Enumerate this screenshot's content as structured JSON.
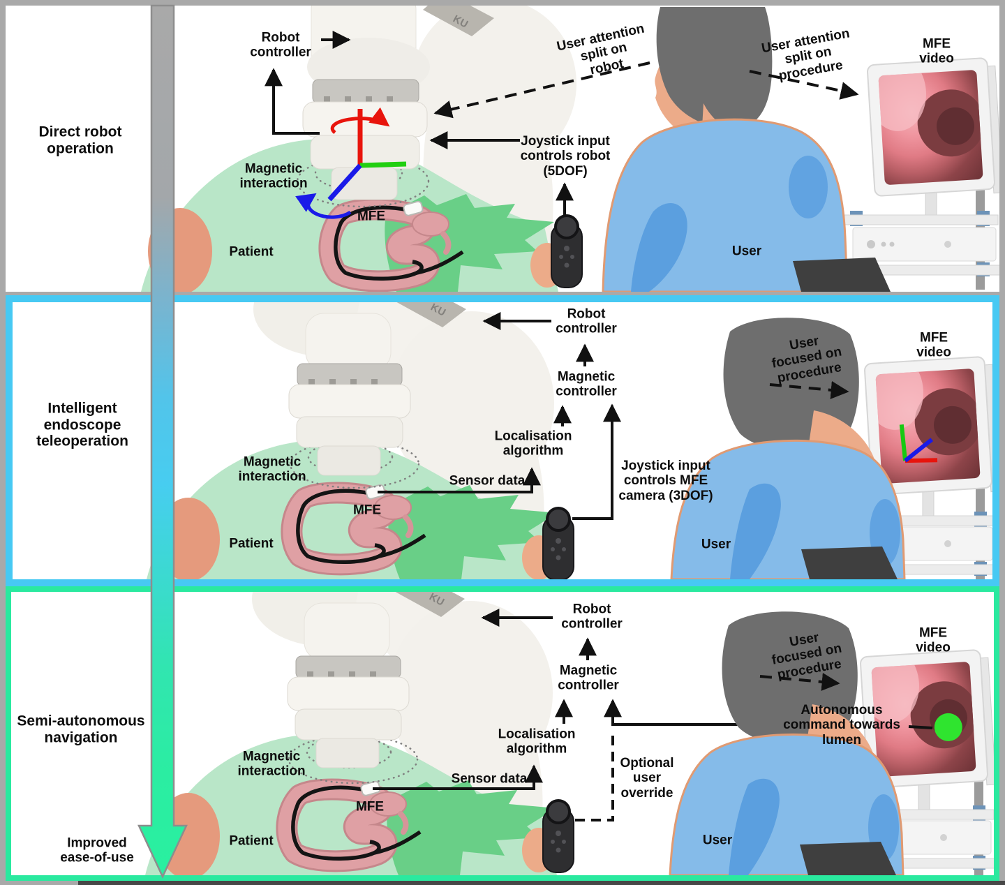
{
  "figure_type": "three-stage medical robotics concept diagram",
  "colors": {
    "panel1_border": "#a9a9a9",
    "panel2_border": "#47c9f3",
    "panel3_border": "#2ae99f",
    "flow_arrow_top": "#a9a9a9",
    "flow_arrow_middle": "#47cdf0",
    "flow_arrow_bottom": "#29f0a0",
    "patient_body_green": "#b9e6c8",
    "patient_accent_green": "#69cf87",
    "skin": "#ecab89",
    "user_shirt_blue": "#85bbe9",
    "user_shirt_shadow": "#5b9fdf",
    "hair_gray": "#6e6e6e",
    "colon_pink": "#dfa0a4",
    "axis_x_red": "#e8140c",
    "axis_y_green": "#21cf10",
    "axis_z_blue": "#1a1ae8",
    "lumen_target_green": "#2fe42f"
  },
  "panels": [
    {
      "id": "direct-robot-operation",
      "title": "Direct robot\noperation",
      "labels": {
        "robot_brand": "KU",
        "robot_controller": "Robot\ncontroller",
        "attention_robot": "User attention\nsplit on\nrobot",
        "attention_procedure": "User attention\nsplit on\nprocedure",
        "mfe_video": "MFE video",
        "joystick_input": "Joystick input\ncontrols robot\n(5DOF)",
        "magnetic_interaction": "Magnetic\ninteraction",
        "mfe": "MFE",
        "patient": "Patient",
        "user": "User"
      }
    },
    {
      "id": "intelligent-endoscope-teleoperation",
      "title": "Intelligent\nendoscope\nteleoperation",
      "labels": {
        "robot_brand": "KU",
        "robot_controller": "Robot\ncontroller",
        "magnetic_controller": "Magnetic\ncontroller",
        "localisation_algorithm": "Localisation\nalgorithm",
        "sensor_data": "Sensor data",
        "joystick_input": "Joystick input\ncontrols MFE\ncamera (3DOF)",
        "user_focused": "User\nfocused on\nprocedure",
        "mfe_video": "MFE video",
        "magnetic_interaction": "Magnetic\ninteraction",
        "mfe": "MFE",
        "patient": "Patient",
        "user": "User"
      }
    },
    {
      "id": "semi-autonomous-navigation",
      "title": "Semi-autonomous\nnavigation",
      "labels": {
        "robot_brand": "KU",
        "robot_controller": "Robot\ncontroller",
        "magnetic_controller": "Magnetic\ncontroller",
        "localisation_algorithm": "Localisation\nalgorithm",
        "sensor_data": "Sensor data",
        "optional_override": "Optional\nuser\noverride",
        "autonomous_command": "Autonomous\ncommand towards\nlumen",
        "user_focused": "User\nfocused on\nprocedure",
        "mfe_video": "MFE video",
        "magnetic_interaction": "Magnetic\ninteraction",
        "mfe": "MFE",
        "patient": "Patient",
        "user": "User",
        "ease_of_use": "Improved\nease-of-use"
      }
    }
  ]
}
